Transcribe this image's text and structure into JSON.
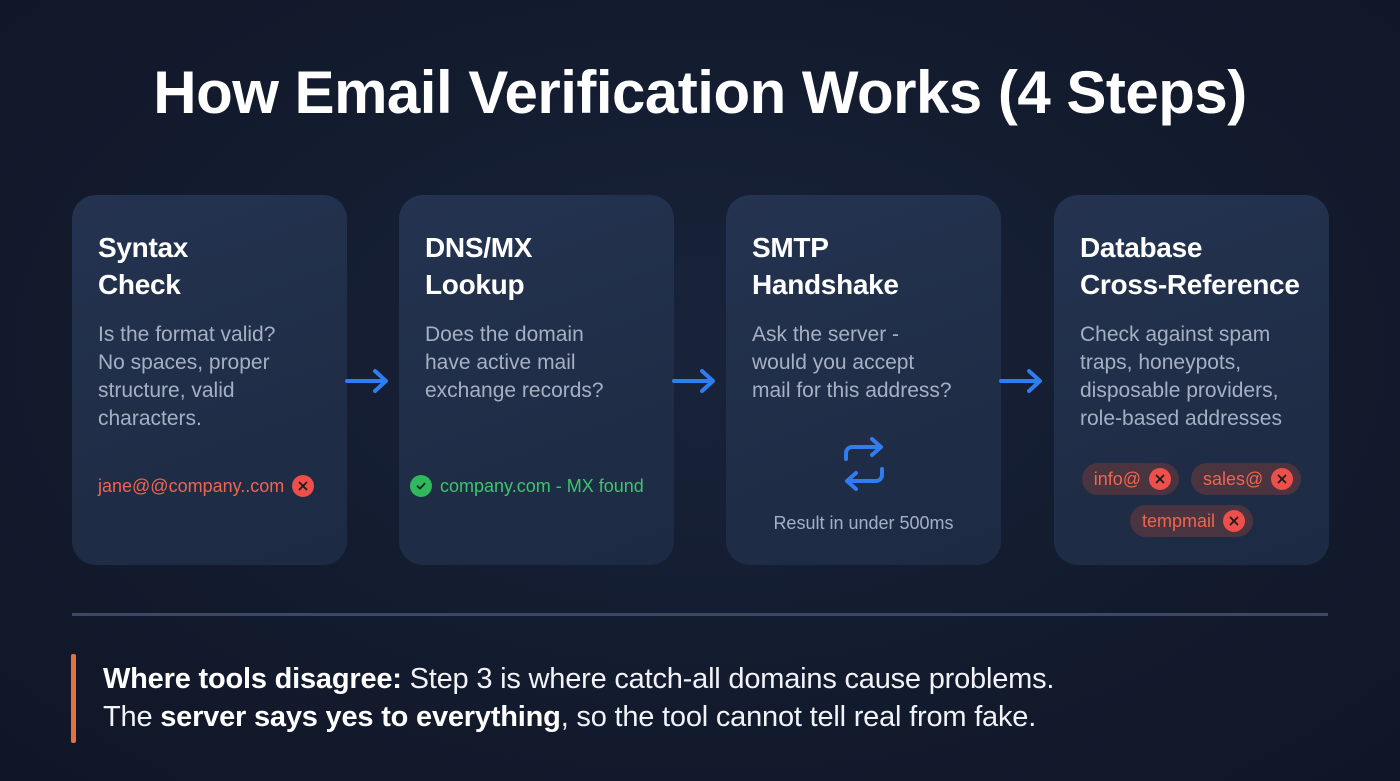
{
  "title": "How Email Verification Works (4 Steps)",
  "colors": {
    "background": "#131b2e",
    "card": "#22304b",
    "accent_blue": "#2f7df0",
    "error_red": "#ef4f4a",
    "error_text": "#f0654f",
    "success_green": "#3cc66a",
    "callout_bar": "#e8703f",
    "muted_text": "#a6b0c3"
  },
  "steps": [
    {
      "title_lines": [
        "Syntax",
        "Check"
      ],
      "desc_lines": [
        "Is the format valid?",
        "No spaces, proper",
        "structure, valid",
        "characters."
      ],
      "example": {
        "text": "jane@@company..com",
        "status": "error",
        "icon": "x-circle-icon"
      }
    },
    {
      "title_lines": [
        "DNS/MX",
        "Lookup"
      ],
      "desc_lines": [
        "Does the domain",
        "have active mail",
        "exchange records?"
      ],
      "example": {
        "text": "company.com - MX found",
        "status": "ok",
        "icon": "check-circle-icon"
      }
    },
    {
      "title_lines": [
        "SMTP",
        "Handshake"
      ],
      "desc_lines": [
        "Ask the server -",
        "would you accept",
        "mail for this address?"
      ],
      "icon": "swap-arrows-icon",
      "result": "Result in under 500ms"
    },
    {
      "title_lines": [
        "Database",
        "Cross-Reference"
      ],
      "desc_lines": [
        "Check against spam",
        "traps, honeypots,",
        "disposable providers,",
        "role-based addresses"
      ],
      "chips": [
        "info@",
        "sales@",
        "tempmail"
      ]
    }
  ],
  "arrows": [
    "arrow-right-icon",
    "arrow-right-icon",
    "arrow-right-icon"
  ],
  "callout": {
    "line1_bold": "Where tools disagree:",
    "line1_rest": " Step 3 is where catch-all domains cause problems.",
    "line2_pre": "The ",
    "line2_bold": "server says yes to everything",
    "line2_rest": ", so the tool cannot tell real from fake."
  }
}
